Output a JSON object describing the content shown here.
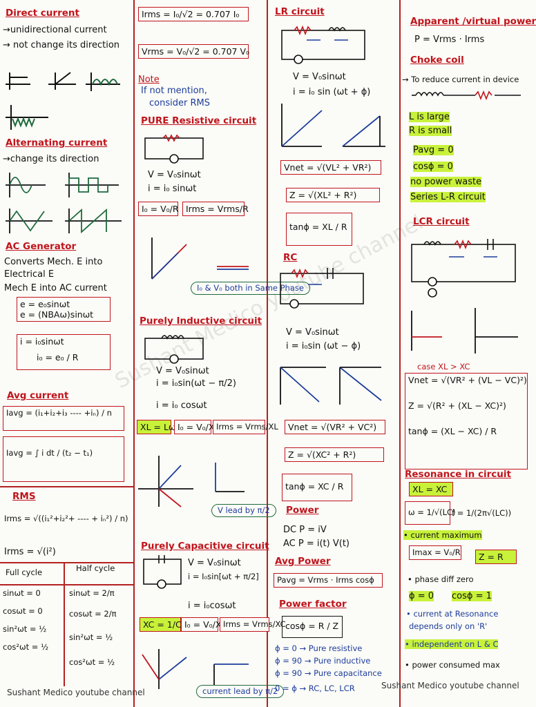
{
  "watermark": "Sushant Medico youtube channel",
  "footer": {
    "left": "Sushant Medico youtube channel",
    "right": "Sushant Medico youtube channel"
  },
  "col1": {
    "dc_title": "Direct current",
    "dc_l1": "→unidirectional current",
    "dc_l2": "→ not change its direction",
    "ac_title": "Alternating current",
    "ac_l1": "→change its direction",
    "gen_title": "AC Generator",
    "gen_l1": "Converts Mech. E into",
    "gen_l2": "Electrical E",
    "gen_l3": "Mech E into AC current",
    "gen_f1": "e = e₀sinωt",
    "gen_f2": "e = (NBAω)sinωt",
    "gen_f3": "i = i₀sinωt",
    "gen_f4": "i₀ = e₀ / R",
    "avg_title": "Avg current",
    "avg_f1": "Iavg = (i₁+i₂+i₃ ---- +iₙ) / n",
    "avg_f2": "Iavg = ∫ i dt / (t₂ − t₁)",
    "rms_title": "RMS",
    "rms_f1": "Irms = √((i₁²+i₂²+ ---- + iₙ²) / n)",
    "rms_f2": "Irms = √(i²)",
    "table_h1": "Full cycle",
    "table_h2": "Half cycle",
    "table_full": [
      "sinωt = 0",
      "cosωt = 0",
      "sin²ωt = ½",
      "cos²ωt = ½"
    ],
    "table_half": [
      "sinωt = 2/π",
      "cosωt = 2/π",
      "sin²ωt = ½",
      "cos²ωt = ½"
    ]
  },
  "col2": {
    "f_irms": "Irms = I₀/√2 = 0.707 I₀",
    "f_vrms": "Vrms = V₀/√2 = 0.707 V₀",
    "note_label": "Note",
    "note_l1": "If not mention,",
    "note_l2": "consider RMS",
    "res_title": "PURE Resistive circuit",
    "res_f1": "V = V₀sinωt",
    "res_f2": "i = i₀ sinωt",
    "res_b1": "I₀ = V₀/R",
    "res_b2": "Irms = Vrms/R",
    "res_oval": "I₀ & V₀ both in Same Phase",
    "ind_title": "Purely Inductive circuit",
    "ind_f1": "V = V₀sinωt",
    "ind_f2": "i = i₀sin(ωt − π/2)",
    "ind_f3": "i = i₀ cosωt",
    "ind_b1": "XL = Lω",
    "ind_b2": "I₀ = V₀/XL",
    "ind_b3": "Irms = Vrms/XL",
    "ind_oval": "V lead by π/2",
    "cap_title": "Purely Capacitive circuit",
    "cap_f1": "V = V₀sinωt",
    "cap_f2": "i = I₀sin[ωt + π/2]",
    "cap_f3": "i = i₀cosωt",
    "cap_b1": "XC = 1/Cω",
    "cap_b2": "I₀ = V₀/XC",
    "cap_b3": "Irms = Vrms/XC",
    "cap_oval": "current lead by π/2"
  },
  "col3": {
    "lr_title": "LR circuit",
    "lr_f1": "V = V₀sinωt",
    "lr_f2": "i = i₀ sin (ωt + ϕ)",
    "lr_b1": "Vnet = √(VL² + VR²)",
    "lr_b2": "Z = √(XL² + R²)",
    "lr_b3": "tanϕ = XL / R",
    "rc_title": "RC",
    "rc_f1": "V = V₀sinωt",
    "rc_f2": "i = i₀sin (ωt − ϕ)",
    "rc_b1": "Vnet = √(VR² + VC²)",
    "rc_b2": "Z = √(XC² + R²)",
    "rc_b3": "tanϕ = XC / R",
    "power_title": "Power",
    "power_dc": "DC   P = iV",
    "power_ac": "AC   P = i(t) V(t)",
    "pavg_title": "Avg Power",
    "pavg_f": "Pavg = Vrms · Irms cosϕ",
    "pf_title": "Power factor",
    "pf_f": "cosϕ = R / Z",
    "pf_l1": "ϕ = 0 → Pure resistive",
    "pf_l2": "ϕ = 90 → Pure inductive",
    "pf_l3": "ϕ = 90 → Pure capacitance",
    "pf_l4": "0 = ϕ → RC, LC, LCR"
  },
  "col4": {
    "ap_title": "Apparent /virtual power",
    "ap_f": "P = Vrms · Irms",
    "choke_title": "Choke coil",
    "choke_l1": "→ To reduce current in device",
    "choke_p1": "L is large",
    "choke_p2": "R is small",
    "choke_p3": "Pavg = 0",
    "choke_p4": "cosϕ = 0",
    "choke_p5": "no power waste",
    "choke_p6": "Series L-R circuit",
    "lcr_title": "LCR circuit",
    "case_label": "case  XL > XC",
    "lcr_b1": "Vnet = √(VR² + (VL − VC)²)",
    "lcr_b2": "Z = √(R² + (XL − XC)²)",
    "lcr_b3": "tanϕ = (XL − XC) / R",
    "reso_title": "Resonance in circuit",
    "reso_cond": "XL = XC",
    "reso_f1": "ω = 1/√(LC)",
    "reso_f2": "f = 1/(2π√(LC))",
    "reso_p1": "• current maximum",
    "reso_b1": "Imax = V₀/R",
    "reso_b2": "Z = R",
    "reso_p2": "• phase diff zero",
    "reso_p3": "ϕ = 0",
    "reso_p4": "cosϕ = 1",
    "reso_p5": "• current at Resonance",
    "reso_p6": "depends only on 'R'",
    "reso_p7": "• independent on L & C",
    "reso_p8": "• power consumed max"
  }
}
